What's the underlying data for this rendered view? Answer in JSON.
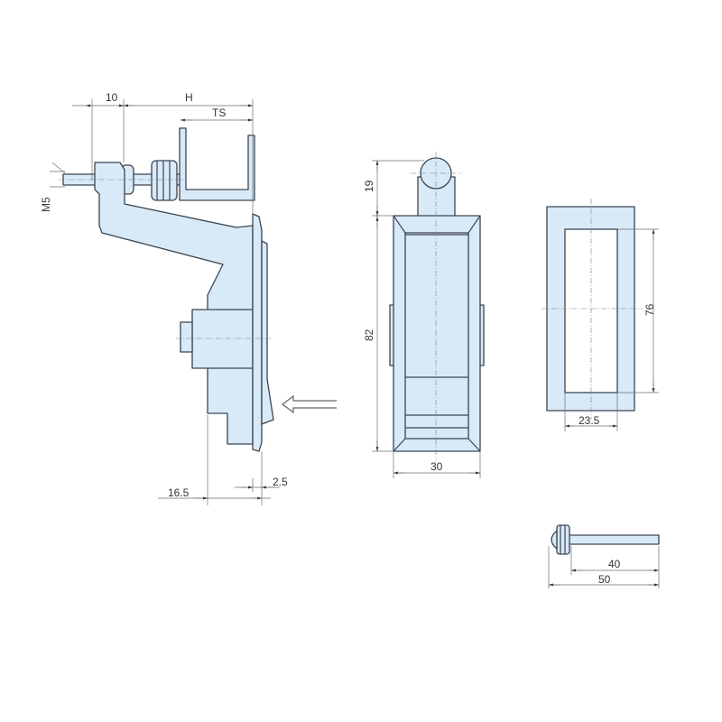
{
  "side_view": {
    "dim_10": "10",
    "dim_H": "H",
    "dim_TS": "TS",
    "dim_M5": "M5",
    "dim_16_5": "16.5",
    "dim_2_5": "2.5"
  },
  "front_view": {
    "dim_19": "19",
    "dim_82": "82",
    "dim_30": "30"
  },
  "cutout_view": {
    "dim_76": "76",
    "dim_23_5": "23.5"
  },
  "key_view": {
    "dim_40": "40",
    "dim_50": "50"
  },
  "colors": {
    "part_fill": "#d8e9f8",
    "outline": "#3c4650"
  }
}
